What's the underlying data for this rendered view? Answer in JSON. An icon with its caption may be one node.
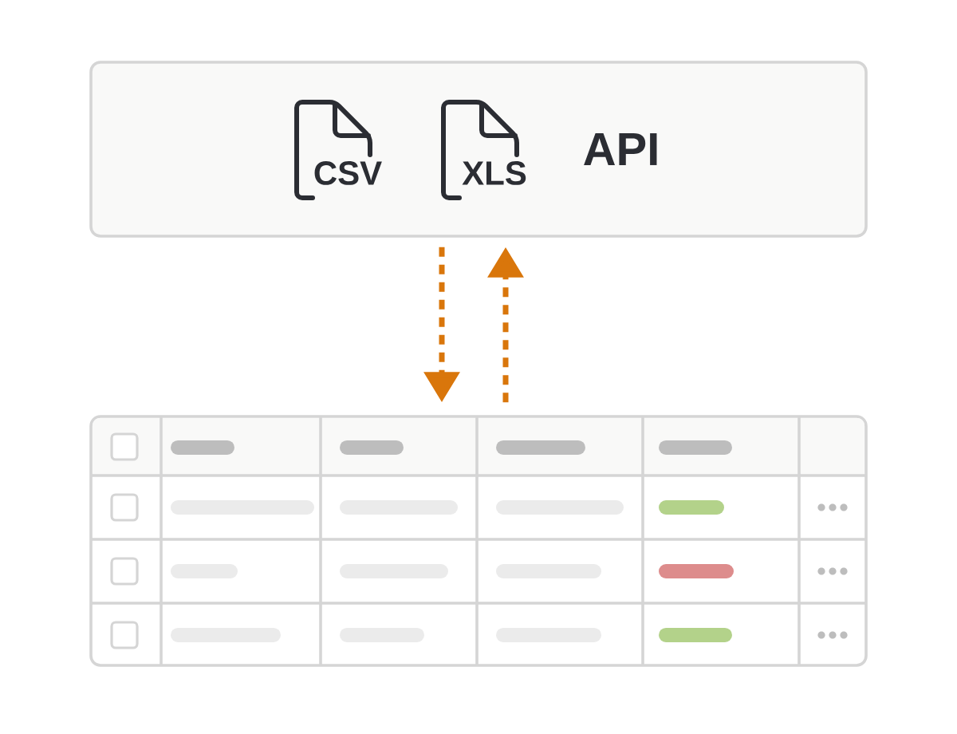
{
  "diagram": {
    "nodes": [
      {
        "text": [
          "CSV",
          "XLS",
          "API"
        ]
      },
      {
        "text": [],
        "shape": "table"
      }
    ],
    "edges": [
      {
        "from": 0,
        "to": 1,
        "arrow": "to",
        "style": "dashed"
      },
      {
        "from": 1,
        "to": 0,
        "arrow": "to",
        "style": "dashed"
      }
    ]
  }
}
